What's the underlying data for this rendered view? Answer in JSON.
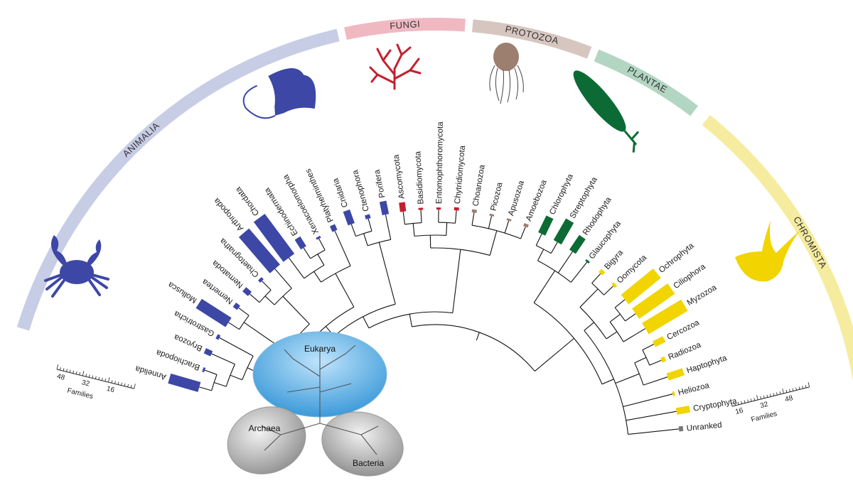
{
  "kingdoms": [
    {
      "name": "ANIMALIA",
      "color": "#c8cde6"
    },
    {
      "name": "FUNGI",
      "color": "#f0b9c2"
    },
    {
      "name": "PROTOZOA",
      "color": "#d7c6c0"
    },
    {
      "name": "PLANTAE",
      "color": "#b3d6c3"
    },
    {
      "name": "CHROMISTA",
      "color": "#f6ec9f"
    }
  ],
  "colors": {
    "animalia": "#3d47a6",
    "fungi": "#c41f2e",
    "protozoa": "#9c7f6f",
    "plantae": "#0c6b35",
    "chromista": "#f1d400",
    "unranked": "#777777"
  },
  "phyla": [
    {
      "name": "Annelida",
      "kingdom": "animalia",
      "families": 30
    },
    {
      "name": "Brachiopoda",
      "kingdom": "animalia",
      "families": 2
    },
    {
      "name": "Bryozoa",
      "kingdom": "animalia",
      "families": 7
    },
    {
      "name": "Gastrotricha",
      "kingdom": "animalia",
      "families": 3
    },
    {
      "name": "Mollusca",
      "kingdom": "animalia",
      "families": 34
    },
    {
      "name": "Nemertea",
      "kingdom": "animalia",
      "families": 5
    },
    {
      "name": "Nematoda",
      "kingdom": "animalia",
      "families": 7
    },
    {
      "name": "Chaetognatha",
      "kingdom": "animalia",
      "families": 3
    },
    {
      "name": "Arthropoda",
      "kingdom": "animalia",
      "families": 46
    },
    {
      "name": "Chordata",
      "kingdom": "animalia",
      "families": 48
    },
    {
      "name": "Echinodermata",
      "kingdom": "animalia",
      "families": 11
    },
    {
      "name": "Xenacoelomorpha",
      "kingdom": "animalia",
      "families": 2
    },
    {
      "name": "Platyhelminthes",
      "kingdom": "animalia",
      "families": 6
    },
    {
      "name": "Cnidaria",
      "kingdom": "animalia",
      "families": 14
    },
    {
      "name": "Ctenophora",
      "kingdom": "animalia",
      "families": 4
    },
    {
      "name": "Porifera",
      "kingdom": "animalia",
      "families": 13
    },
    {
      "name": "Ascomycota",
      "kingdom": "fungi",
      "families": 9
    },
    {
      "name": "Basidiomycota",
      "kingdom": "fungi",
      "families": 2
    },
    {
      "name": "Entomophthoromycota",
      "kingdom": "fungi",
      "families": 1
    },
    {
      "name": "Chytridiomycota",
      "kingdom": "fungi",
      "families": 3
    },
    {
      "name": "Choanozoa",
      "kingdom": "protozoa",
      "families": 3
    },
    {
      "name": "Picozoa",
      "kingdom": "protozoa",
      "families": 1
    },
    {
      "name": "Apusozoa",
      "kingdom": "protozoa",
      "families": 2
    },
    {
      "name": "Amoebozoa",
      "kingdom": "protozoa",
      "families": 3
    },
    {
      "name": "Chlorophyta",
      "kingdom": "plantae",
      "families": 18
    },
    {
      "name": "Streptophyta",
      "kingdom": "plantae",
      "families": 24
    },
    {
      "name": "Rhodophyta",
      "kingdom": "plantae",
      "families": 17
    },
    {
      "name": "Glaucophyta",
      "kingdom": "plantae",
      "families": 1
    },
    {
      "name": "Bigyra",
      "kingdom": "chromista",
      "families": 4
    },
    {
      "name": "Oomycota",
      "kingdom": "chromista",
      "families": 3
    },
    {
      "name": "Ochrophyta",
      "kingdom": "chromista",
      "families": 40
    },
    {
      "name": "Ciliophora",
      "kingdom": "chromista",
      "families": 42
    },
    {
      "name": "Myzozoa",
      "kingdom": "chromista",
      "families": 44
    },
    {
      "name": "Cercozoa",
      "kingdom": "chromista",
      "families": 11
    },
    {
      "name": "Radiozoa",
      "kingdom": "chromista",
      "families": 4
    },
    {
      "name": "Haptophyta",
      "kingdom": "chromista",
      "families": 16
    },
    {
      "name": "Heliozoa",
      "kingdom": "chromista",
      "families": 2
    },
    {
      "name": "Cryptophyta",
      "kingdom": "chromista",
      "families": 13
    },
    {
      "name": "Unranked",
      "kingdom": "unranked",
      "families": 4
    }
  ],
  "scale": {
    "ticks": [
      "48",
      "32",
      "16"
    ],
    "ticks_right": [
      "16",
      "32",
      "48"
    ],
    "label": "Families",
    "max": 48
  },
  "inset": {
    "domains": [
      "Eukarya",
      "Archaea",
      "Bacteria"
    ]
  }
}
